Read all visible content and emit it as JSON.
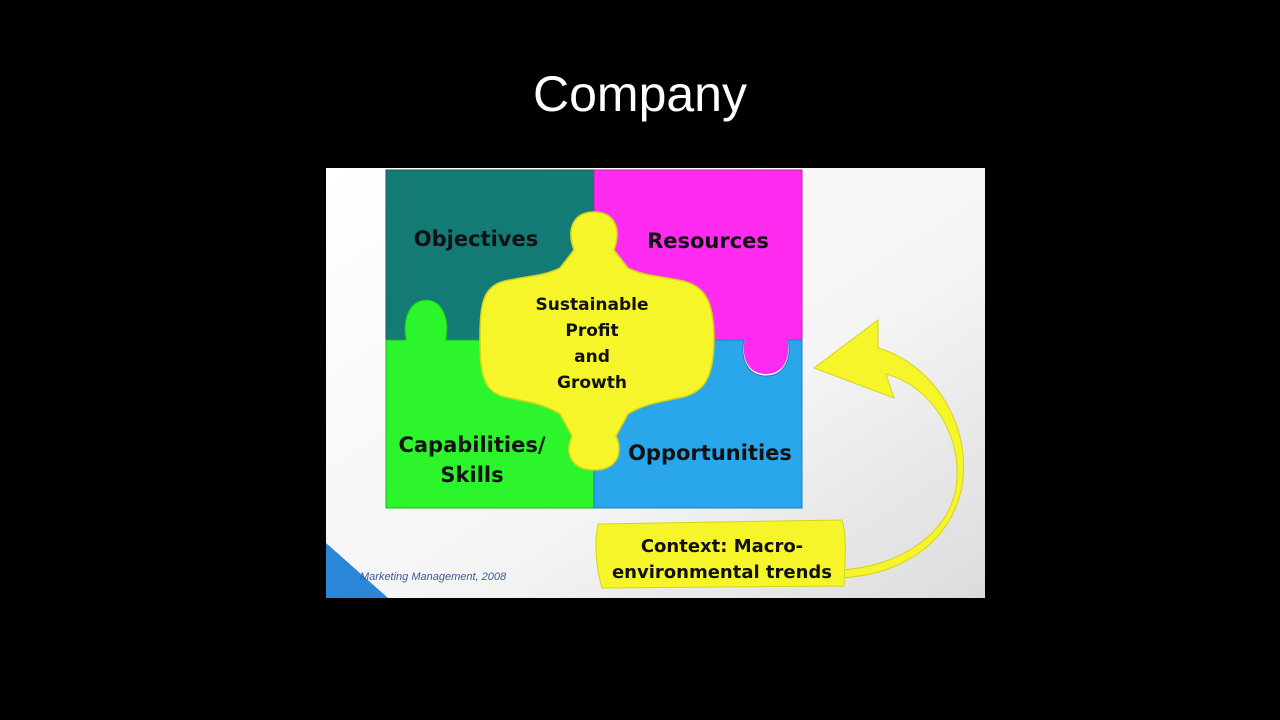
{
  "slide": {
    "title": "Company"
  },
  "diagram": {
    "pieces": {
      "objectives": {
        "label": "Objectives",
        "color": "#137a76"
      },
      "resources": {
        "label": "Resources",
        "color": "#ff2bf0"
      },
      "capabilities": {
        "label_line1": "Capabilities/",
        "label_line2": "Skills",
        "color": "#2cf52c"
      },
      "opportunities": {
        "label": "Opportunities",
        "color": "#2aa6ea"
      },
      "center": {
        "line1": "Sustainable",
        "line2": "Profit",
        "line3": "and",
        "line4": "Growth",
        "color": "#f5f52a"
      }
    },
    "context_box": {
      "line1": "Context: Macro-",
      "line2": "environmental trends",
      "color": "#f5f52a"
    },
    "arrow_color": "#f5f52a",
    "credit": "Marketing Management, 2008"
  }
}
